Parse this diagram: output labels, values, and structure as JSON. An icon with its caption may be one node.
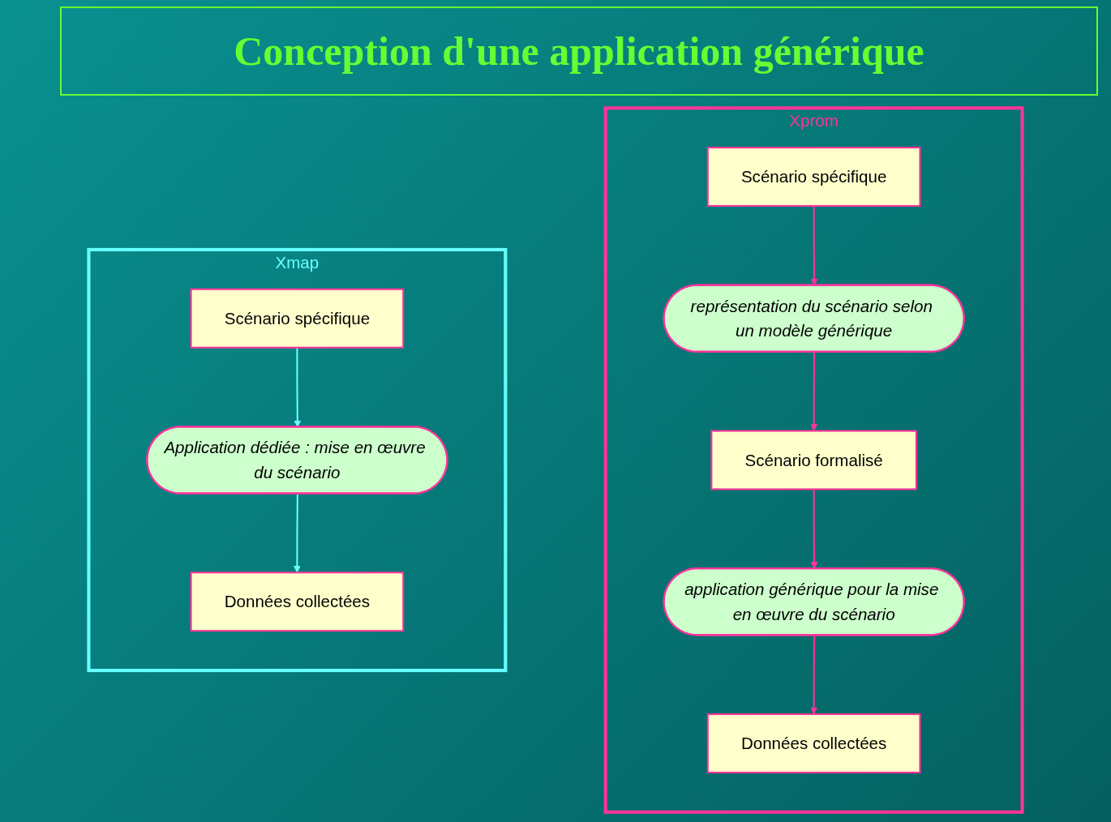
{
  "diagram": {
    "title": "Conception d'une application générique",
    "nodes": [
      {
        "text": [
          "Xmap"
        ]
      },
      {
        "text": [
          "Scénario spécifique"
        ],
        "in": 0
      },
      {
        "text": [
          "Application dédiée : mise en œuvre du scénario"
        ],
        "in": 0
      },
      {
        "text": [
          "Données collectées"
        ],
        "in": 0
      },
      {
        "text": [
          "Xprom"
        ]
      },
      {
        "text": [
          "Scénario spécifique"
        ],
        "in": 4
      },
      {
        "text": [
          "représentation du scénario selon un modèle générique"
        ],
        "in": 4
      },
      {
        "text": [
          "Scénario formalisé"
        ],
        "in": 4
      },
      {
        "text": [
          "application générique pour la mise en œuvre du scénario"
        ],
        "in": 4
      },
      {
        "text": [
          "Données collectées"
        ],
        "in": 4
      }
    ],
    "edges": [
      {
        "from": 1,
        "to": 2,
        "arrow": "to",
        "color": "#66ffff"
      },
      {
        "from": 2,
        "to": 3,
        "arrow": "to",
        "color": "#66ffff"
      },
      {
        "from": 5,
        "to": 6,
        "arrow": "to",
        "color": "#ff3399"
      },
      {
        "from": 6,
        "to": 7,
        "arrow": "to",
        "color": "#ff3399"
      },
      {
        "from": 7,
        "to": 8,
        "arrow": "to",
        "color": "#ff3399"
      },
      {
        "from": 8,
        "to": 9,
        "arrow": "to",
        "color": "#ff3399"
      }
    ]
  }
}
